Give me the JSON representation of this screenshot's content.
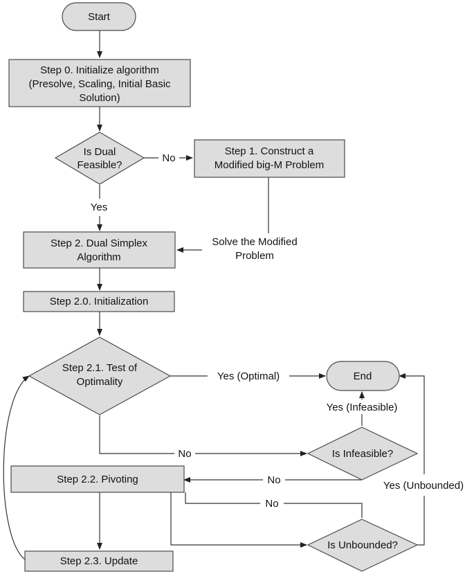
{
  "nodes": {
    "start": "Start",
    "step0": [
      "Step 0. Initialize algorithm",
      "(Presolve, Scaling, Initial Basic",
      "Solution)"
    ],
    "dual_feasible": [
      "Is Dual",
      "Feasible?"
    ],
    "step1": [
      "Step 1. Construct a",
      "Modified big-M Problem"
    ],
    "step2": [
      "Step 2. Dual Simplex",
      "Algorithm"
    ],
    "step2_0": "Step 2.0. Initialization",
    "step2_1": [
      "Step 2.1. Test of",
      "Optimality"
    ],
    "end": "End",
    "infeasible": "Is Infeasible?",
    "step2_2": "Step 2.2. Pivoting",
    "unbounded": "Is Unbounded?",
    "step2_3": "Step 2.3. Update"
  },
  "edge_labels": {
    "no_dual": "No",
    "yes_dual": "Yes",
    "solve_modified": [
      "Solve the Modified",
      "Problem"
    ],
    "yes_optimal": "Yes (Optimal)",
    "yes_infeasible": "Yes (Infeasible)",
    "no_optimality": "No",
    "no_infeasible": "No",
    "no_unbounded": "No",
    "yes_unbounded": "Yes (Unbounded)"
  }
}
